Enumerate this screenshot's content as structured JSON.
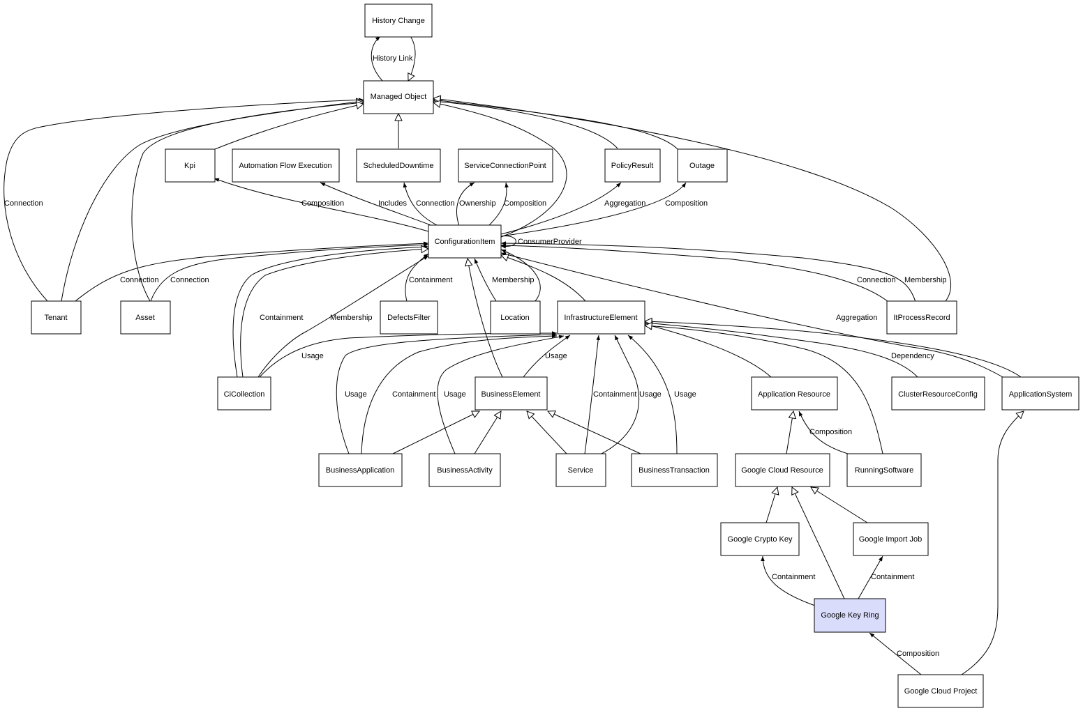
{
  "colors": {
    "node_fill": "#ffffff",
    "highlight_fill": "#dadcfb",
    "stroke": "#000000"
  },
  "nodes": [
    {
      "id": "history_change",
      "label": "History Change"
    },
    {
      "id": "managed_object",
      "label": "Managed Object"
    },
    {
      "id": "kpi",
      "label": "Kpi"
    },
    {
      "id": "automation_flow",
      "label": "Automation Flow Execution"
    },
    {
      "id": "scheduled_downtime",
      "label": "ScheduledDowntime"
    },
    {
      "id": "service_connection_point",
      "label": "ServiceConnectionPoint"
    },
    {
      "id": "policy_result",
      "label": "PolicyResult"
    },
    {
      "id": "outage",
      "label": "Outage"
    },
    {
      "id": "configuration_item",
      "label": "ConfigurationItem"
    },
    {
      "id": "tenant",
      "label": "Tenant"
    },
    {
      "id": "asset",
      "label": "Asset"
    },
    {
      "id": "defects_filter",
      "label": "DefectsFilter"
    },
    {
      "id": "location",
      "label": "Location"
    },
    {
      "id": "infrastructure_element",
      "label": "InfrastructureElement"
    },
    {
      "id": "it_process_record",
      "label": "ItProcessRecord"
    },
    {
      "id": "ci_collection",
      "label": "CiCollection"
    },
    {
      "id": "business_element",
      "label": "BusinessElement"
    },
    {
      "id": "application_resource",
      "label": "Application Resource"
    },
    {
      "id": "cluster_resource_config",
      "label": "ClusterResourceConfig"
    },
    {
      "id": "application_system",
      "label": "ApplicationSystem"
    },
    {
      "id": "business_application",
      "label": "BusinessApplication"
    },
    {
      "id": "business_activity",
      "label": "BusinessActivity"
    },
    {
      "id": "service",
      "label": "Service"
    },
    {
      "id": "business_transaction",
      "label": "BusinessTransaction"
    },
    {
      "id": "google_cloud_resource",
      "label": "Google Cloud Resource"
    },
    {
      "id": "running_software",
      "label": "RunningSoftware"
    },
    {
      "id": "google_crypto_key",
      "label": "Google Crypto Key"
    },
    {
      "id": "google_import_job",
      "label": "Google Import Job"
    },
    {
      "id": "google_key_ring",
      "label": "Google Key Ring",
      "highlighted": true
    },
    {
      "id": "google_cloud_project",
      "label": "Google Cloud Project"
    }
  ],
  "edge_labels": [
    "History Link",
    "Connection",
    "Composition",
    "Includes",
    "Connection",
    "Ownership",
    "Composition",
    "Aggregation",
    "Composition",
    "ConsumerProvider",
    "Connection",
    "Connection",
    "Containment",
    "Membership",
    "Connection",
    "Membership",
    "Containment",
    "Membership",
    "Aggregation",
    "Usage",
    "Usage",
    "Dependency",
    "Usage",
    "Containment",
    "Usage",
    "Containment",
    "Usage",
    "Usage",
    "Composition",
    "Containment",
    "Containment",
    "Composition"
  ]
}
